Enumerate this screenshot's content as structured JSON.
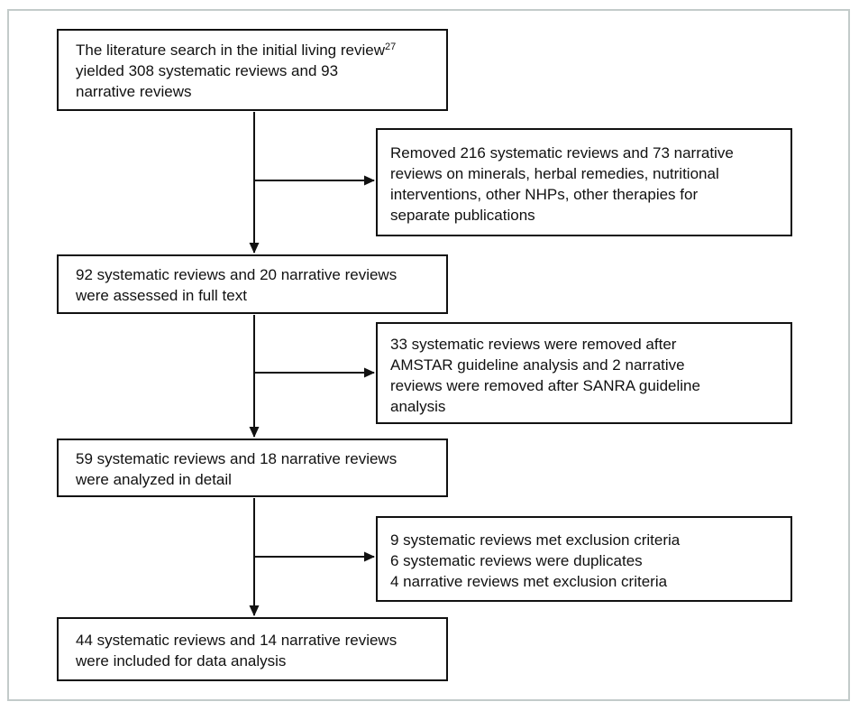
{
  "diagram": {
    "type": "flowchart",
    "description": "Literature screening flow diagram for systematic and narrative reviews",
    "colors": {
      "box_border": "#111111",
      "text": "#111111",
      "arrow": "#111111",
      "frame_border": "#c3cbca",
      "background": "#ffffff"
    },
    "boxes": [
      {
        "name": "initial-search",
        "line1_main": "The literature search in the initial living review",
        "line1_sup": "27",
        "line2": "yielded 308 systematic reviews and 93",
        "line3": "narrative reviews"
      },
      {
        "name": "removed-other-topics",
        "lines": [
          "Removed 216 systematic reviews and 73 narrative",
          "reviews on minerals, herbal remedies, nutritional",
          "interventions, other NHPs, other therapies for",
          "separate publications"
        ]
      },
      {
        "name": "assessed-full-text",
        "lines": [
          "92 systematic reviews and 20 narrative reviews",
          "were assessed in full text"
        ]
      },
      {
        "name": "removed-after-guideline-analysis",
        "lines": [
          "33 systematic reviews were removed after",
          "AMSTAR guideline analysis and 2 narrative",
          "reviews were removed after SANRA guideline",
          "analysis"
        ]
      },
      {
        "name": "analyzed-in-detail",
        "lines": [
          "59 systematic reviews and 18 narrative reviews",
          "were analyzed in detail"
        ]
      },
      {
        "name": "exclusions-and-duplicates",
        "lines": [
          "9 systematic reviews met exclusion criteria",
          "6 systematic reviews were duplicates",
          "4 narrative reviews met exclusion criteria"
        ]
      },
      {
        "name": "included-for-analysis",
        "lines": [
          "44 systematic reviews and 14 narrative reviews",
          "were included for data analysis"
        ]
      }
    ]
  }
}
